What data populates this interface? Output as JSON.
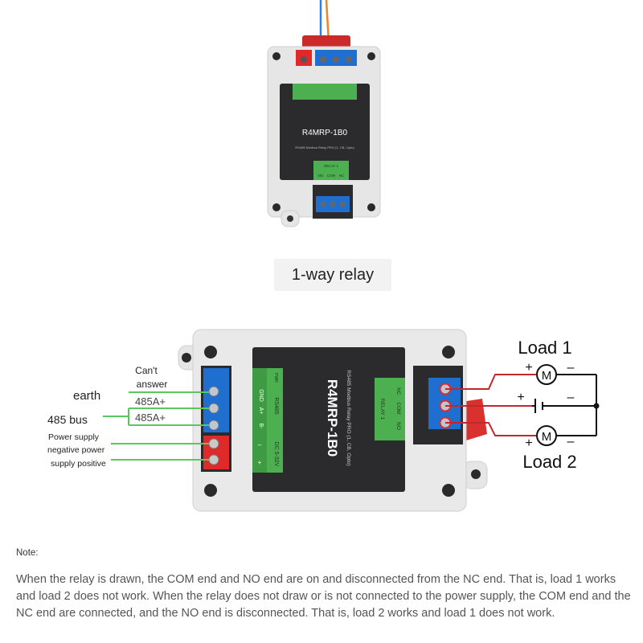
{
  "top_device": {
    "model": "R4MRP-1B0",
    "subtitle": "RS485 Modbus Relay PRO (1, CB, Opto)",
    "relay_label": "RELAY 1",
    "relay_terminals": [
      "NO",
      "COM",
      "NC"
    ]
  },
  "caption": "1-way relay",
  "main_device": {
    "model": "R4MRP-1B0",
    "subtitle": "RS485 Modbus Relay PRO (1, CB, Opto)",
    "left_pins": [
      "GND",
      "A+",
      "B-",
      "–",
      "+"
    ],
    "bus_label": "RS485",
    "power_label": "DC 5-32V",
    "pwr_label": "PWR",
    "relay_label": "RELAY 1",
    "relay_terminals": [
      "NO",
      "COM",
      "NC"
    ]
  },
  "left_labels": {
    "cant_answer": [
      "Can't",
      "answer"
    ],
    "earth": "earth",
    "bus_a": "485A+",
    "bus_b": "485A+",
    "bus": "485 bus",
    "power_lines": [
      "Power supply",
      "negative power",
      "supply positive"
    ]
  },
  "loads": {
    "load1": "Load 1",
    "load2": "Load 2",
    "motor_symbol": "M",
    "plus": "+",
    "minus": "–"
  },
  "note": {
    "label": "Note:",
    "text": "When the relay is drawn, the COM end and NO end are on and disconnected from the NC end. That is, load 1 works and load 2 does not work. When the relay does not draw or is not connected to the power supply, the COM end and the NC end are connected, and the NO end is disconnected. That is, load 2 works and load 1 does not work."
  },
  "colors": {
    "case": "#e9e9ea",
    "panel": "#2b2b2d",
    "green": "#4caf50",
    "terminal_blue": "#1f6fd0",
    "terminal_red": "#e02a2a",
    "wire_green": "#5cc85c",
    "wire_red": "#c0282e"
  }
}
